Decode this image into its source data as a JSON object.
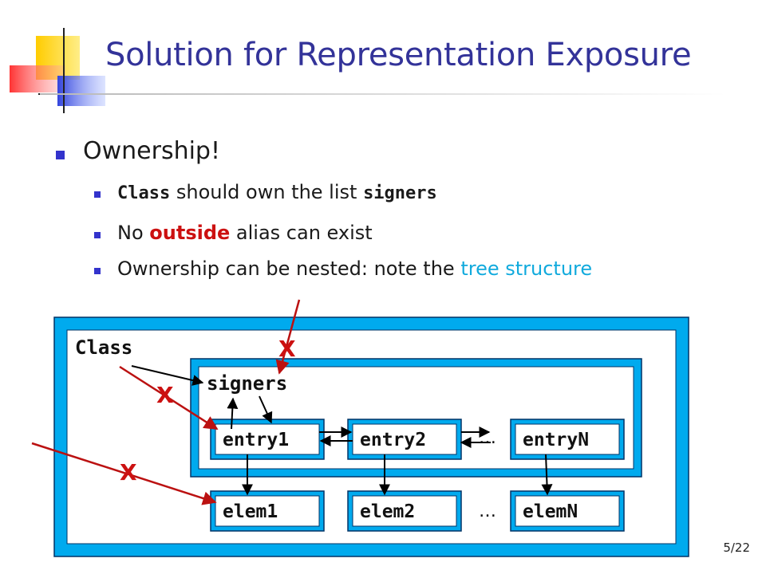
{
  "slide": {
    "title": "Solution for Representation Exposure",
    "page_number": "5/22"
  },
  "bullets": {
    "main": "Ownership!",
    "sub1": {
      "code1": "Class",
      "text": " should own the list ",
      "code2": "signers"
    },
    "sub2": {
      "before": "No ",
      "highlight": "outside",
      "after": " alias can exist"
    },
    "sub3": {
      "before": "Ownership can be nested: note the ",
      "highlight": "tree structure"
    }
  },
  "diagram": {
    "class_label": "Class",
    "signers_label": "signers",
    "entries": [
      "entry1",
      "entry2",
      "entryN"
    ],
    "elems": [
      "elem1",
      "elem2",
      "elemN"
    ],
    "ellipsis_entries": "…",
    "ellipsis_elems": "…",
    "cross_mark": "X",
    "colors": {
      "frame": "#00aaee",
      "node_fill": "#00aaee",
      "arrow": "#000000",
      "forbidden_arrow": "#bb1111"
    }
  }
}
